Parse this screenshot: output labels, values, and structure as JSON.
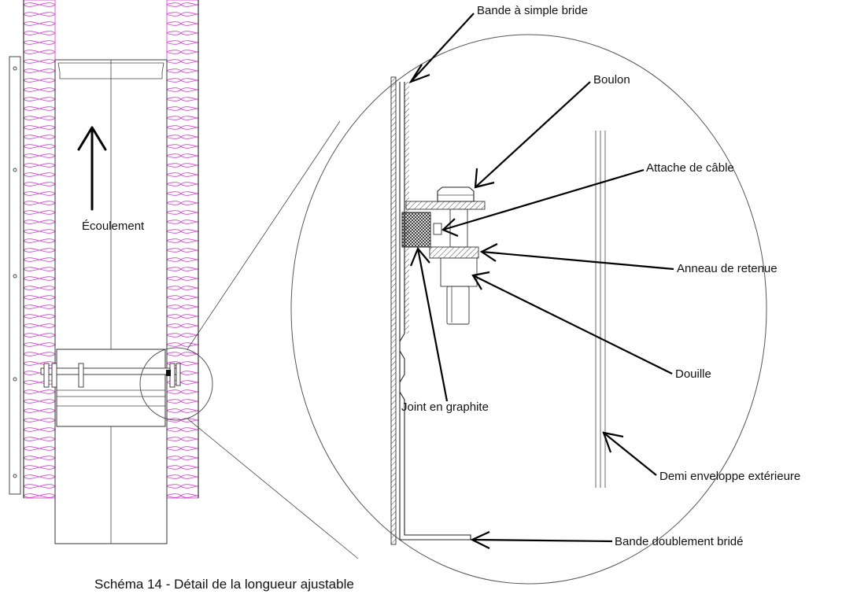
{
  "flow_label": "Écoulement",
  "callouts": {
    "single_flange_band": "Bande à simple bride",
    "bolt": "Boulon",
    "cable_tie": "Attache de câble",
    "retaining_ring": "Anneau de retenue",
    "sleeve": "Douille",
    "graphite_seal": "Joint en graphite",
    "outer_half_shell": "Demi enveloppe extérieure",
    "double_flange_band": "Bande doublement bridé"
  },
  "caption": "Schéma 14 - Détail de la longueur ajustable",
  "colors": {
    "insulation": "#d74bd0",
    "lines": "#222222"
  }
}
